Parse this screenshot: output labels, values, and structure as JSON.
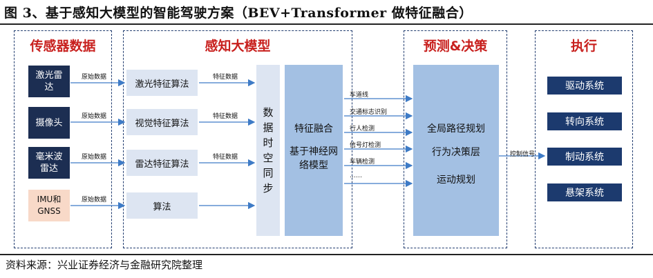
{
  "title": "图 3、基于感知大模型的智能驾驶方案（BEV+Transformer 做特征融合）",
  "source": "资料来源：兴业证券经济与金融研究院整理",
  "groups": {
    "sensors": "传感器数据",
    "perception": "感知大模型",
    "prediction": "预测&决策",
    "execution": "执行"
  },
  "sensors": [
    "激光雷达",
    "摄像头",
    "毫米波雷达",
    "IMU和GNSS"
  ],
  "raw_label": "原始数据",
  "algorithms": [
    "激光特征算法",
    "视觉特征算法",
    "雷达特征算法",
    "算法"
  ],
  "feature_label": "特征数据",
  "sync": "数据时空同步",
  "fusion": {
    "line1": "特征融合",
    "line2": "基于神经网络模型"
  },
  "outputs": [
    "车道线",
    "交通标志识别",
    "行人检测",
    "信号灯检测",
    "车辆检测",
    "……"
  ],
  "prediction": [
    "全局路径规划",
    "行为决策层",
    "运动规划"
  ],
  "control_label": "控制信号",
  "execution": [
    "驱动系统",
    "转向系统",
    "制动系统",
    "悬架系统"
  ],
  "colors": {
    "accent_red": "#c8201e",
    "navy": "#1c2e52",
    "light_blue": "#a3c0e3",
    "pale_blue": "#dde5f2",
    "arrow_blue": "#3e7bc6"
  }
}
